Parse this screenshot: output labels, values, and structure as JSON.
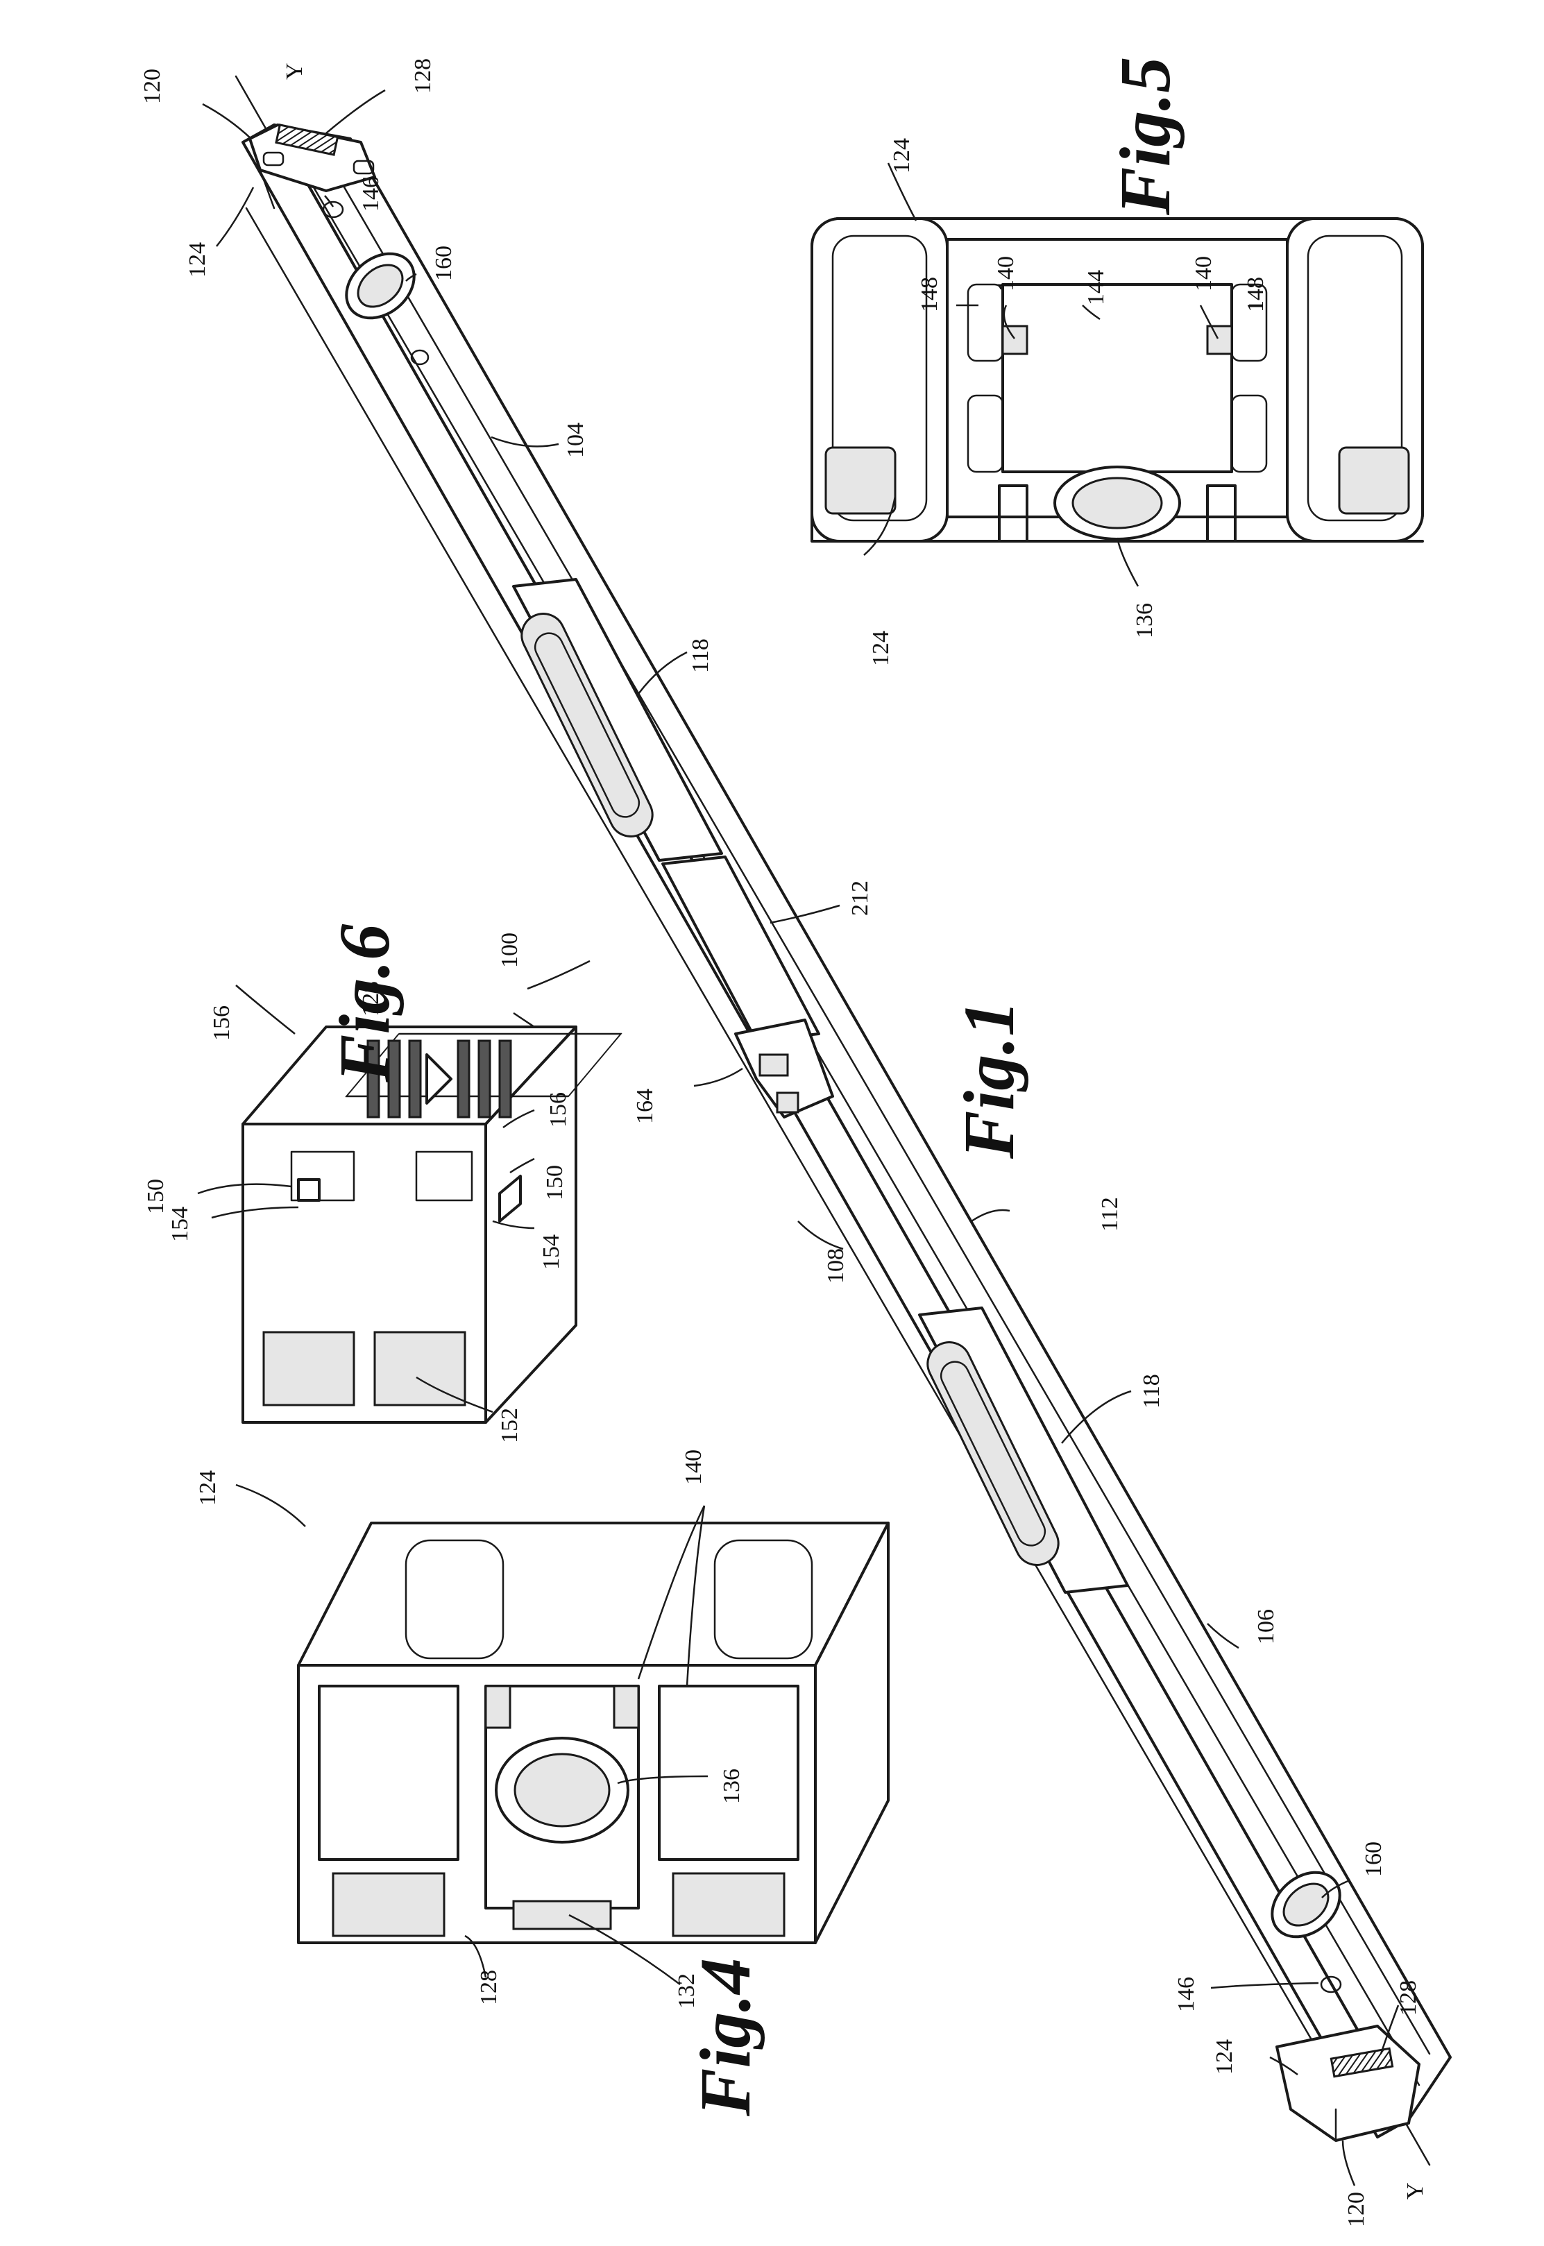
{
  "figures": {
    "fig1": {
      "title": "Fig.1",
      "refs": {
        "level": "100",
        "frame": "104",
        "side_surface": "106",
        "face": "108",
        "edge": "112",
        "vials": "118",
        "axis_end": "120",
        "end_cap": "124",
        "bumper": "128",
        "hole": "146",
        "plumb_vial": "160",
        "hand_hold": "164",
        "label_region": "212",
        "axis": "Y"
      }
    },
    "fig4": {
      "title": "Fig.4",
      "refs": {
        "end_cap": "124",
        "bumper": "128",
        "slot": "132",
        "magnet": "136",
        "tabs": "140"
      }
    },
    "fig5": {
      "title": "Fig.5",
      "refs": {
        "end_cap": "124",
        "magnet": "136",
        "tabs": "140",
        "recess": "144",
        "pins": "148"
      }
    },
    "fig6": {
      "title": "Fig.6",
      "refs": {
        "bumper": "128",
        "notch": "150",
        "cell": "152",
        "rib": "154",
        "flange": "156"
      }
    }
  }
}
